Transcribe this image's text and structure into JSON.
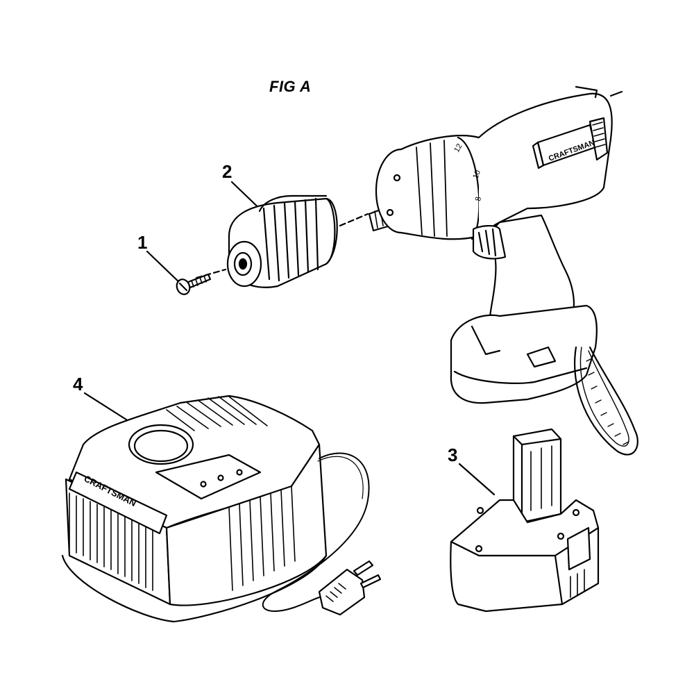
{
  "figure": {
    "title": "FIG A"
  },
  "callouts": [
    {
      "number": "1",
      "part": "screw"
    },
    {
      "number": "2",
      "part": "chuck"
    },
    {
      "number": "3",
      "part": "battery"
    },
    {
      "number": "4",
      "part": "charger"
    }
  ],
  "brand": {
    "drill_label": "CRAFTSMAN",
    "charger_label": "CRAFTSMAN"
  },
  "clutch_ring_numbers": [
    "8",
    "10",
    "12"
  ]
}
